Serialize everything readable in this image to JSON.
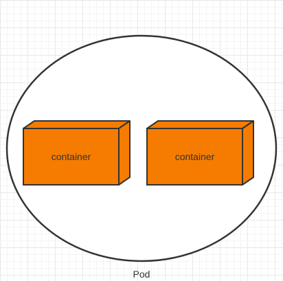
{
  "diagram": {
    "pod": {
      "label": "Pod"
    },
    "containers": [
      {
        "label": "container"
      },
      {
        "label": "container"
      }
    ]
  },
  "colors": {
    "container_fill": "#f57c00",
    "container_top": "#f57c00",
    "container_side": "#e06f00",
    "stroke": "#333333",
    "pod_fill": "#ffffff"
  }
}
